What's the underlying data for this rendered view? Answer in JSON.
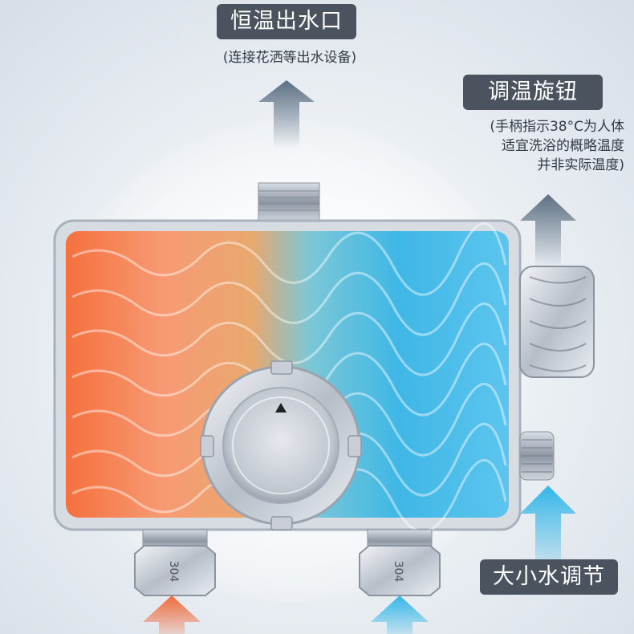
{
  "outlet": {
    "title": "恒温出水口",
    "subtitle": "(连接花洒等出水设备)"
  },
  "knob": {
    "title": "调温旋钮",
    "note_lines": [
      "(手柄指示38°C为人体",
      "适宜洗浴的概略温度",
      "并非实际温度)"
    ]
  },
  "flow": {
    "title": "大小水调节"
  },
  "inlets": {
    "left_stamp": "304",
    "right_stamp": "304"
  },
  "colors": {
    "label_bg": "#4a535e",
    "hot": "#f06a3a",
    "cold": "#33b6e8",
    "arrow_gray": "#5c6f82"
  },
  "icons": [
    "arrow-up-icon",
    "triangle-indicator-icon"
  ]
}
